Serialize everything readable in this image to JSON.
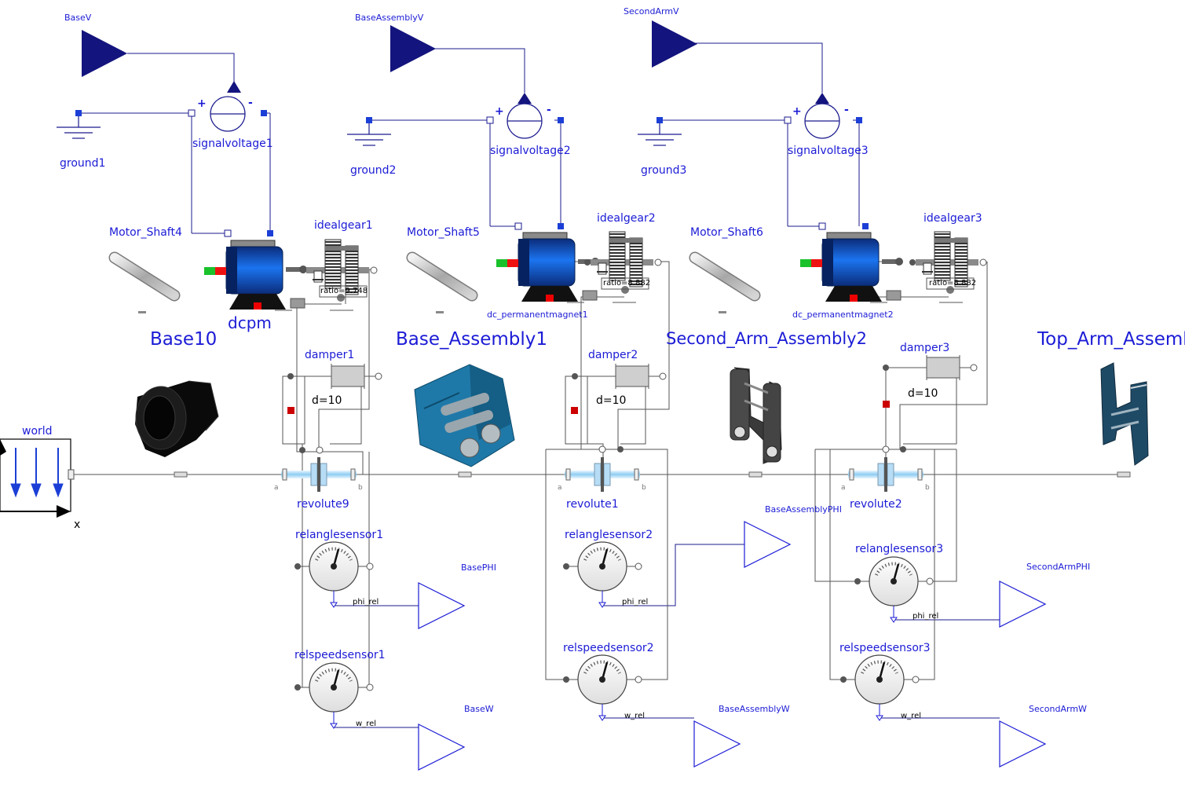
{
  "colors": {
    "wire_signal": "#1b1b8f",
    "wire_mech": "#555555",
    "label_blue": "#1b1bd6",
    "motor_blue": "#0d5fd8",
    "shaft_light": "#9ad0f5",
    "part_teal": "#1e6f92",
    "part_dark": "#2b4b60"
  },
  "labels": {
    "world": "world",
    "x_axis": "x",
    "motor1_name": "dcpm",
    "motor2_name": "dc_permanentmagnet1",
    "motor3_name": "dc_permanentmagnet2",
    "big1": "Base10",
    "big2": "Base_Assembly1",
    "big3": "Second_Arm_Assembly2",
    "big4": "Top_Arm_Assemb",
    "shaft1": "Motor_Shaft4",
    "shaft2": "Motor_Shaft5",
    "shaft3": "Motor_Shaft6",
    "pin_a": "a",
    "pin_b": "b"
  },
  "chains": [
    {
      "voltage_source": "BaseV",
      "ground": "ground1",
      "signalvoltage": "signalvoltage1",
      "plus": "+",
      "minus": "-",
      "idealgear": "idealgear1",
      "ratio": "ratio=9.748",
      "damper": "damper1",
      "damping": "d=10",
      "revolute": "revolute9",
      "angle_sensor": "relanglesensor1",
      "angle_out": "phi_rel",
      "angle_output_name": "BasePHI",
      "speed_sensor": "relspeedsensor1",
      "speed_out": "w_rel",
      "speed_output_name": "BaseW"
    },
    {
      "voltage_source": "BaseAssemblyV",
      "ground": "ground2",
      "signalvoltage": "signalvoltage2",
      "plus": "+",
      "minus": "-",
      "idealgear": "idealgear2",
      "ratio": "ratio=8.882",
      "damper": "damper2",
      "damping": "d=10",
      "revolute": "revolute1",
      "angle_sensor": "relanglesensor2",
      "angle_out": "phi_rel",
      "angle_output_name": "BaseAssemblyPHI",
      "speed_sensor": "relspeedsensor2",
      "speed_out": "w_rel",
      "speed_output_name": "BaseAssemblyW"
    },
    {
      "voltage_source": "SecondArmV",
      "ground": "ground3",
      "signalvoltage": "signalvoltage3",
      "plus": "+",
      "minus": "-",
      "idealgear": "idealgear3",
      "ratio": "ratio=8.882",
      "damper": "damper3",
      "damping": "d=10",
      "revolute": "revolute2",
      "angle_sensor": "relanglesensor3",
      "angle_out": "phi_rel",
      "angle_output_name": "SecondArmPHI",
      "speed_sensor": "relspeedsensor3",
      "speed_out": "w_rel",
      "speed_output_name": "SecondArmW"
    }
  ]
}
